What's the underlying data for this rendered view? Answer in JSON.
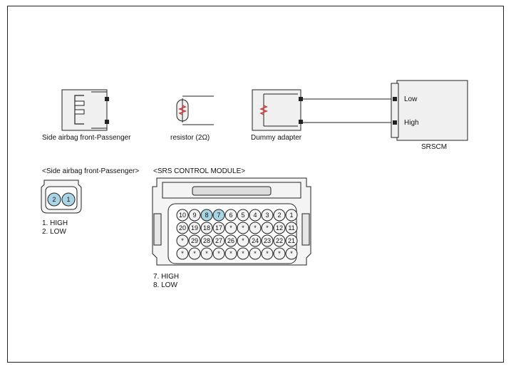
{
  "top_row": {
    "side_airbag_label": "Side airbag front-Passenger",
    "resistor_label": "resistor (2Ω)",
    "dummy_adapter_label": "Dummy adapter",
    "srscm_label": "SRSCM",
    "srscm_low": "Low",
    "srscm_high": "High"
  },
  "side_connector": {
    "title": "<Side airbag front-Passenger>",
    "pins": [
      {
        "num": "2",
        "highlight": true
      },
      {
        "num": "1",
        "highlight": true
      }
    ],
    "legend": [
      "1. HIGH",
      "2. LOW"
    ]
  },
  "srs_module": {
    "title": "<SRS CONTROL MODULE>",
    "rows": [
      [
        "10",
        "9",
        "8",
        "7",
        "6",
        "5",
        "4",
        "3",
        "2",
        "1"
      ],
      [
        "20",
        "19",
        "18",
        "17",
        "*",
        "*",
        "*",
        "*",
        "12",
        "11"
      ],
      [
        "*",
        "29",
        "28",
        "27",
        "26",
        "*",
        "24",
        "23",
        "22",
        "21"
      ],
      [
        "*",
        "*",
        "*",
        "*",
        "*",
        "*",
        "*",
        "*",
        "*",
        "*"
      ]
    ],
    "highlight_pins": [
      "8",
      "7"
    ],
    "legend": [
      "7. HIGH",
      "8. LOW"
    ]
  },
  "colors": {
    "highlight": "#a8d4e4",
    "pin_fill": "#f3f3f3",
    "resistor": "#d03030",
    "component_fill": "#f0f0f0"
  }
}
